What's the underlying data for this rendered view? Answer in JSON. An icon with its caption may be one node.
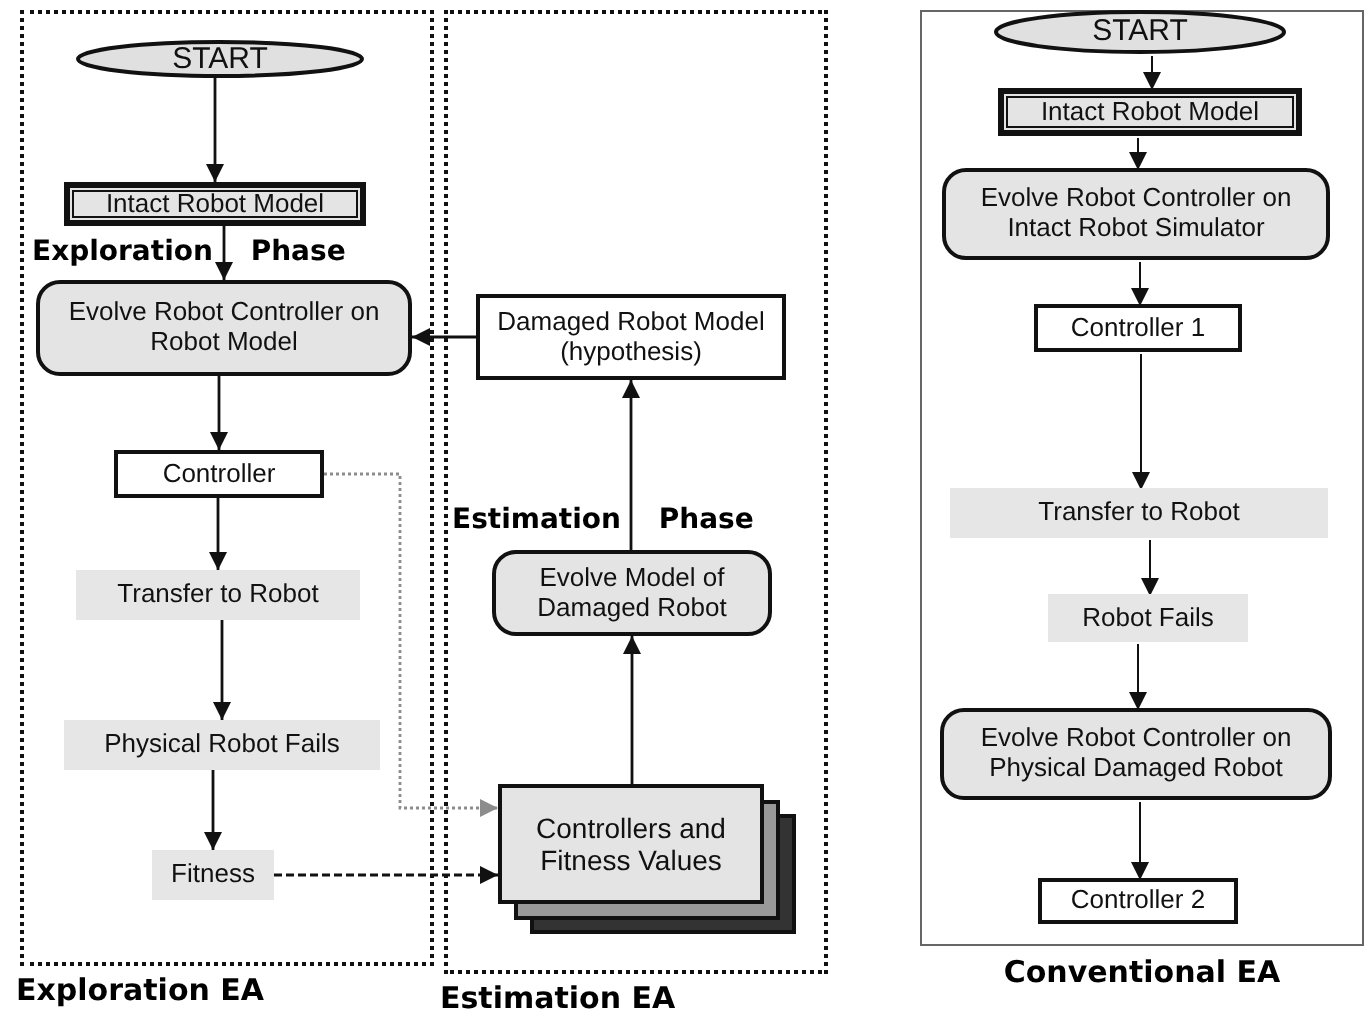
{
  "diagram": {
    "nodes": [
      {
        "text": [
          "Exploration EA"
        ]
      },
      {
        "text": [
          "START"
        ],
        "in": 0
      },
      {
        "text": [
          "Intact Robot Model"
        ],
        "in": 0
      },
      {
        "text": [
          "Evolve Robot Controller on Robot Model"
        ],
        "in": 0
      },
      {
        "text": [
          "Controller"
        ],
        "in": 0
      },
      {
        "text": [
          "Transfer to Robot"
        ],
        "in": 0
      },
      {
        "text": [
          "Physical Robot Fails"
        ],
        "in": 0
      },
      {
        "text": [
          "Fitness"
        ],
        "in": 0
      },
      {
        "text": [
          "Estimation EA"
        ]
      },
      {
        "text": [
          "Damaged Robot Model (hypothesis)"
        ],
        "in": 8
      },
      {
        "text": [
          "Evolve Model of Damaged Robot"
        ],
        "in": 8
      },
      {
        "text": [
          "Controllers and Fitness Values"
        ],
        "in": 8
      },
      {
        "text": [
          "Conventional EA"
        ]
      },
      {
        "text": [
          "START"
        ],
        "in": 12
      },
      {
        "text": [
          "Intact Robot Model"
        ],
        "in": 12
      },
      {
        "text": [
          "Evolve Robot Controller on Intact Robot Simulator"
        ],
        "in": 12
      },
      {
        "text": [
          "Controller 1"
        ],
        "in": 12
      },
      {
        "text": [
          "Transfer to Robot"
        ],
        "in": 12
      },
      {
        "text": [
          "Robot Fails"
        ],
        "in": 12
      },
      {
        "text": [
          "Evolve Robot Controller on Physical Damaged Robot"
        ],
        "in": 12
      },
      {
        "text": [
          "Controller 2"
        ],
        "in": 12
      }
    ],
    "edges": [
      {
        "from": 1,
        "to": 2,
        "arrow": "to"
      },
      {
        "from": 2,
        "to": 3,
        "arrow": "to"
      },
      {
        "from": 3,
        "to": 4,
        "arrow": "to"
      },
      {
        "from": 4,
        "to": 5,
        "arrow": "to"
      },
      {
        "from": 5,
        "to": 6,
        "arrow": "to"
      },
      {
        "from": 6,
        "to": 7,
        "arrow": "to"
      },
      {
        "from": 4,
        "to": 11,
        "arrow": "to",
        "style": "dashed",
        "color": "#8c8c8c"
      },
      {
        "from": 7,
        "to": 11,
        "arrow": "to",
        "style": "dashed"
      },
      {
        "from": 11,
        "to": 10,
        "arrow": "to"
      },
      {
        "from": 10,
        "to": 9,
        "arrow": "to"
      },
      {
        "from": 9,
        "to": 3,
        "arrow": "to"
      },
      {
        "from": 13,
        "to": 14,
        "arrow": "to"
      },
      {
        "from": 14,
        "to": 15,
        "arrow": "to"
      },
      {
        "from": 15,
        "to": 16,
        "arrow": "to"
      },
      {
        "from": 16,
        "to": 17,
        "arrow": "to"
      },
      {
        "from": 17,
        "to": 18,
        "arrow": "to"
      },
      {
        "from": 18,
        "to": 19,
        "arrow": "to"
      },
      {
        "from": 19,
        "to": 20,
        "arrow": "to"
      }
    ],
    "labels": [
      "Exploration Phase",
      "Estimation Phase"
    ]
  }
}
